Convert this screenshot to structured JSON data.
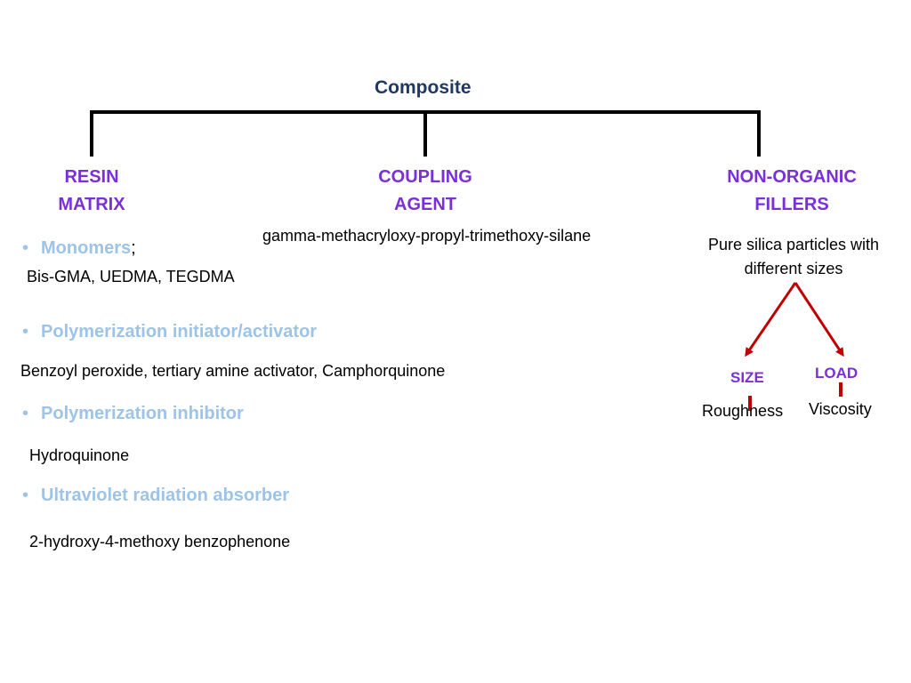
{
  "title": "Composite",
  "categories": {
    "resin": "RESIN\nMATRIX",
    "coupling": "COUPLING\nAGENT",
    "fillers": "NON-ORGANIC\nFILLERS"
  },
  "coupling_text": "gamma-methacryloxy-propyl-trimethoxy-silane",
  "resin_items": [
    {
      "bullet": "•",
      "label": "Monomers",
      "suffix": ";",
      "detail": "Bis-GMA, UEDMA, TEGDMA"
    },
    {
      "bullet": "•",
      "label": "Polymerization initiator/activator",
      "suffix": "",
      "detail": "Benzoyl peroxide, tertiary amine activator, Camphorquinone"
    },
    {
      "bullet": "•",
      "label": "Polymerization inhibitor",
      "suffix": "",
      "detail": "Hydroquinone"
    },
    {
      "bullet": "•",
      "label": "Ultraviolet radiation absorber",
      "suffix": "",
      "detail": "2-hydroxy-4-methoxy benzophenone"
    }
  ],
  "fillers": {
    "description": "Pure silica particles with\ndifferent sizes",
    "size_label": "SIZE",
    "load_label": "LOAD",
    "size_effect": "Roughness",
    "load_effect": "Viscosity"
  },
  "colors": {
    "title": "#1f3864",
    "category": "#7b2fd6",
    "bullet": "#9dc3e6",
    "arrow": "#c00000",
    "connector": "#000000"
  }
}
